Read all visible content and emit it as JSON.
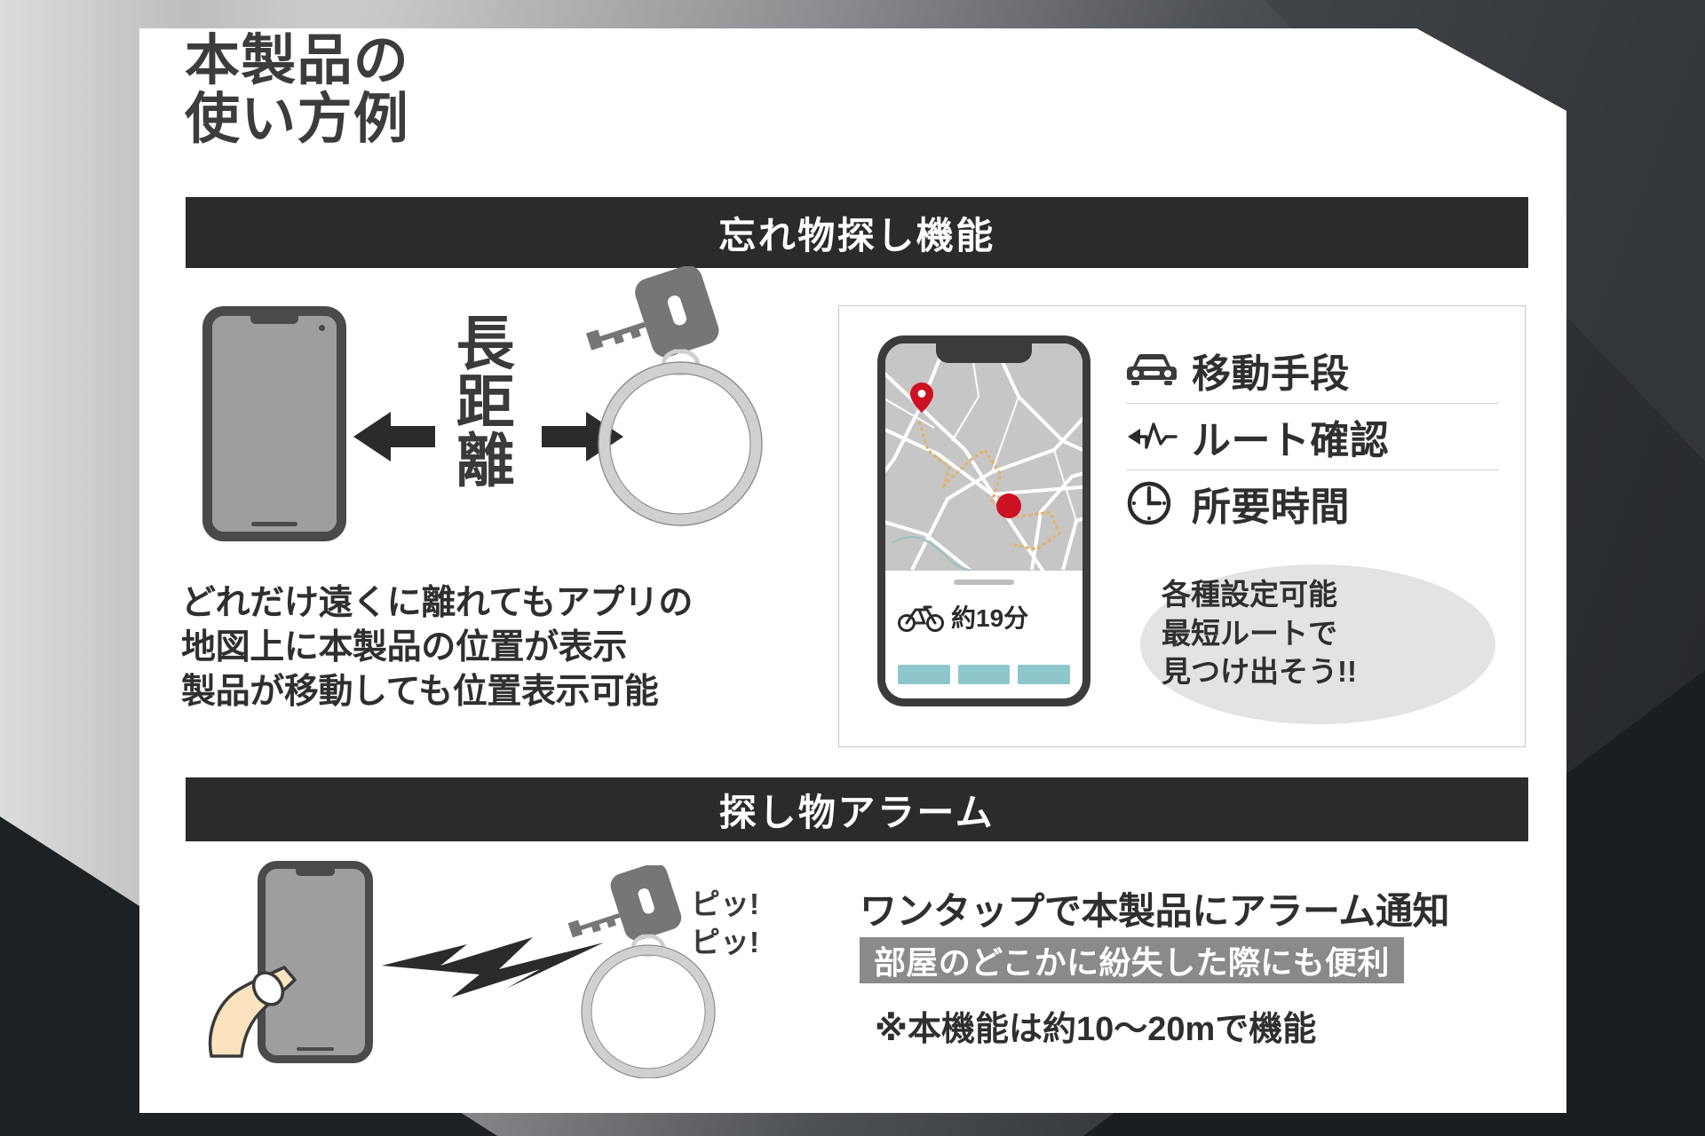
{
  "page": {
    "title": "本製品の\n使い方例"
  },
  "sections": {
    "finder": {
      "header": "忘れ物探し機能",
      "distance_label": "長距離",
      "description": "どれだけ遠くに離れてもアプリの\n地図上に本製品の位置が表示\n製品が移動しても位置表示可能",
      "phone": {
        "eta_text": "約19分",
        "travel_icon": "bicycle-icon",
        "pin_icon": "map-pin-icon",
        "current_location_icon": "current-location-dot"
      },
      "features": [
        {
          "icon": "car-icon",
          "label": "移動手段"
        },
        {
          "icon": "route-icon",
          "label": "ルート確認"
        },
        {
          "icon": "clock-icon",
          "label": "所要時間"
        }
      ],
      "callout": "各種設定可能\n最短ルートで\n見つけ出そう!!"
    },
    "alarm": {
      "header": "探し物アラーム",
      "beep": "ピッ!\nピッ!",
      "headline": "ワンタップで本製品にアラーム通知",
      "chip": "部屋のどこかに紛失した際にも便利",
      "note": "※本機能は約10〜20mで機能"
    }
  },
  "colors": {
    "bar_dark": "#2b2b2b",
    "text_dark": "#2f2f2f",
    "accent_red": "#cc1122",
    "tab_teal": "#8fc6cc",
    "chip_gray": "#8a8a8a",
    "device_gray": "#4a4a4a"
  },
  "icons": {
    "arrow_left": "arrow-left-icon",
    "arrow_right": "arrow-right-icon",
    "key_fob": "key-fob-icon",
    "hand_tap": "hand-tap-icon",
    "lightning": "lightning-bolt-icon"
  }
}
